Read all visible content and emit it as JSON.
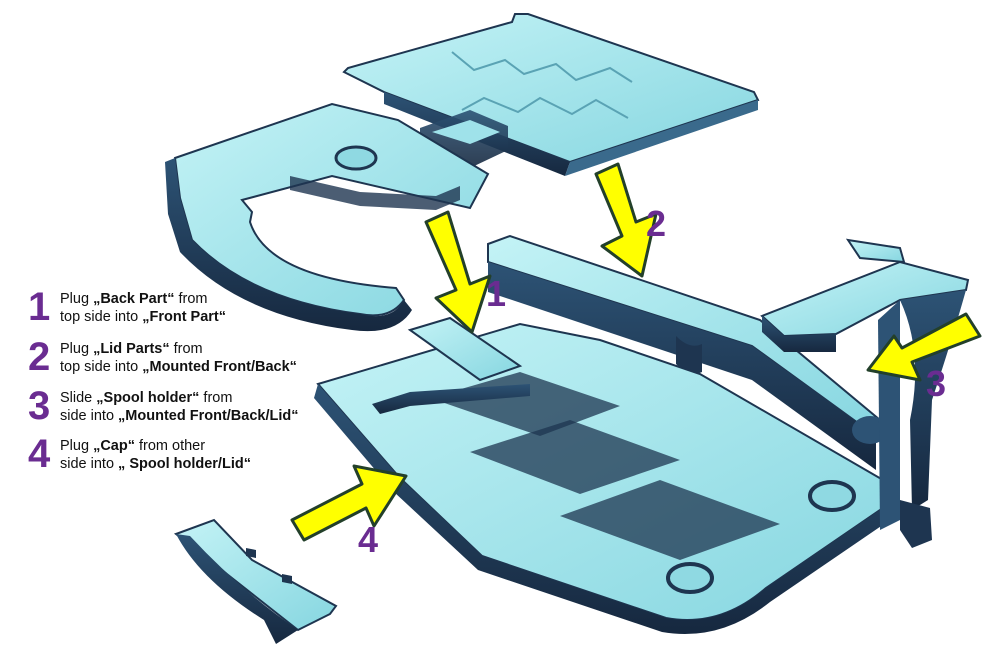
{
  "colors": {
    "step_number": "#6a2c91",
    "arrow_fill": "#ffff00",
    "arrow_outline": "#23402a",
    "part_face": "#a6e8ee",
    "part_edge": "#1e3550"
  },
  "steps": [
    {
      "num": "1",
      "line1_pre": "Plug ",
      "line1_bold": "„Back Part“",
      "line1_post": " from",
      "line2_pre": "top side into ",
      "line2_bold": "„Front Part“"
    },
    {
      "num": "2",
      "line1_pre": "Plug ",
      "line1_bold": "„Lid Parts“",
      "line1_post": " from",
      "line2_pre": "top side into ",
      "line2_bold": "„Mounted Front/Back“"
    },
    {
      "num": "3",
      "line1_pre": "Slide ",
      "line1_bold": "„Spool holder“",
      "line1_post": " from",
      "line2_pre": "side into ",
      "line2_bold": "„Mounted Front/Back/Lid“"
    },
    {
      "num": "4",
      "line1_pre": "Plug ",
      "line1_bold": "„Cap“",
      "line1_post": " from other",
      "line2_pre": "side into ",
      "line2_bold": "„ Spool holder/Lid“"
    }
  ],
  "arrow_labels": [
    "1",
    "2",
    "3",
    "4"
  ]
}
